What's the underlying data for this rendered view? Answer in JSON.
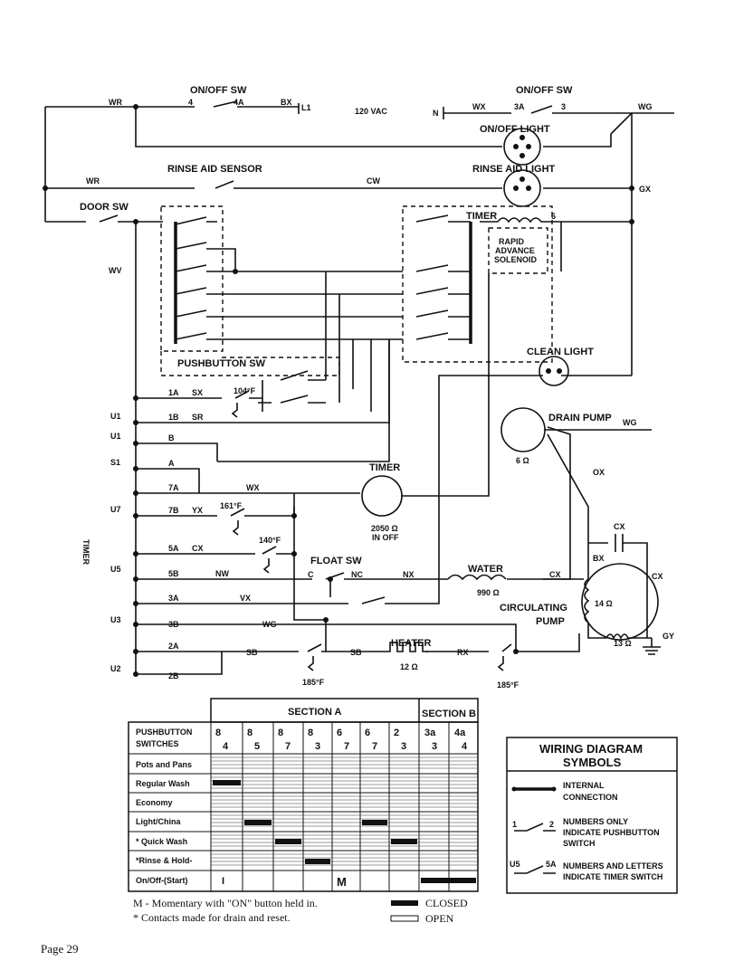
{
  "top": {
    "onoff_sw_left": "ON/OFF SW",
    "onoff_sw_right": "ON/OFF SW",
    "wr1": "WR",
    "t4": "4",
    "t4a": "4A",
    "bx": "BX",
    "l1": "L1",
    "vac": "120 VAC",
    "n": "N",
    "wx": "WX",
    "t3a": "3A",
    "t3": "3",
    "wg": "WG",
    "onoff_light": "ON/OFF LIGHT",
    "rinse_aid_sensor": "RINSE AID SENSOR",
    "rinse_aid_light": "RINSE AID LIGHT",
    "wr2": "WR",
    "cw": "CW",
    "gx": "GX",
    "door_sw": "DOOR SW",
    "wv": "WV",
    "timer_box": "TIMER",
    "solenoid": [
      "RAPID",
      "ADVANCE",
      "SOLENOID"
    ],
    "t6": "6",
    "pushbutton_sw": "PUSHBUTTON SW",
    "clean_light": "CLEAN LIGHT",
    "drain_pump": "DRAIN PUMP",
    "drain_wg": "WG",
    "drain_ohm": "6 Ω",
    "timer_motor": "TIMER",
    "timer_ohm": "2050 Ω",
    "timer_note": "IN OFF",
    "float_sw": "FLOAT SW",
    "c": "C",
    "nc": "NC",
    "nx": "NX",
    "water": "WATER",
    "water_ohm": "990 Ω",
    "cx": "CX",
    "circulating": "CIRCULATING",
    "pump": "PUMP",
    "ohm14": "14 Ω",
    "ohm13": "13 Ω",
    "gy": "GY",
    "ox": "OX",
    "bx2": "BX",
    "heater": "HEATER",
    "heater_ohm": "12 Ω",
    "rx": "RX",
    "timer_side": "TIMER",
    "temp104": "104°F",
    "temp161": "161°F",
    "temp140": "140°F",
    "temp185a": "185°F",
    "temp185b": "185°F"
  },
  "timer_terms": [
    "U1",
    "U1",
    "S1",
    "U7",
    "U5",
    "U3",
    "U2"
  ],
  "timer_contacts": [
    "1A",
    "1B",
    "B",
    "A",
    "7A",
    "7B",
    "5A",
    "5B",
    "3A",
    "3B",
    "2A",
    "2B"
  ],
  "wire_codes": {
    "sx": "SX",
    "sr": "SR",
    "wx2": "WX",
    "yx": "YX",
    "cx2": "CX",
    "nw": "NW",
    "vx": "VX",
    "wg2": "WG",
    "sb1": "SB",
    "sb2": "SB"
  },
  "table": {
    "section_a": "SECTION A",
    "section_b": "SECTION B",
    "header": "PUSHBUTTON SWITCHES",
    "cols": [
      [
        "8",
        "4"
      ],
      [
        "8",
        "5"
      ],
      [
        "8",
        "7"
      ],
      [
        "8",
        "3"
      ],
      [
        "6",
        "7"
      ],
      [
        "6",
        "7"
      ],
      [
        "2",
        "3"
      ],
      [
        "3a",
        "3"
      ],
      [
        "4a",
        "4"
      ]
    ],
    "rows": [
      "Pots and Pans",
      "Regular Wash",
      "Economy",
      "Light/China",
      "* Quick Wash",
      "*Rinse & Hold-",
      "On/Off-(Start)"
    ],
    "row_i": "I",
    "row_m": "M"
  },
  "legend_notes": {
    "m_note": "M - Momentary with \"ON\" button held in.",
    "star_note": "* Contacts made for drain and reset.",
    "closed": "CLOSED",
    "open": "OPEN"
  },
  "symbols": {
    "title1": "WIRING DIAGRAM",
    "title2": "SYMBOLS",
    "internal": [
      "INTERNAL",
      "CONNECTION"
    ],
    "numbers": [
      "NUMBERS ONLY",
      "INDICATE PUSHBUTTON",
      "SWITCH"
    ],
    "letters": [
      "NUMBERS AND LETTERS",
      "INDICATE TIMER SWITCH"
    ],
    "n1": "1",
    "n2": "2",
    "u5": "U5",
    "s5a": "5A"
  },
  "page": "Page 29"
}
